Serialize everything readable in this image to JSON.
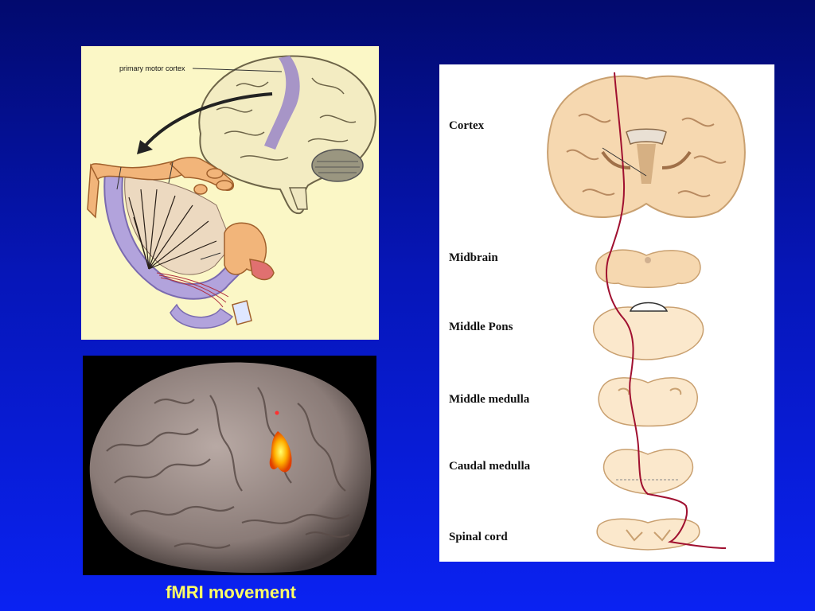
{
  "homunculus": {
    "label": "primary motor cortex"
  },
  "pathway": {
    "levels": [
      "Cortex",
      "Midbrain",
      "Middle Pons",
      "Middle medulla",
      "Caudal medulla",
      "Spinal cord"
    ]
  },
  "caption": "fMRI  movement",
  "colors": {
    "background_top": "#020a6e",
    "background_bottom": "#0a22f2",
    "caption": "#ffff66",
    "tract": "#a01030",
    "motor_strip": "#9e8cc8",
    "cream_panel": "#fbf7c6",
    "tissue": "#f6d8b0"
  }
}
